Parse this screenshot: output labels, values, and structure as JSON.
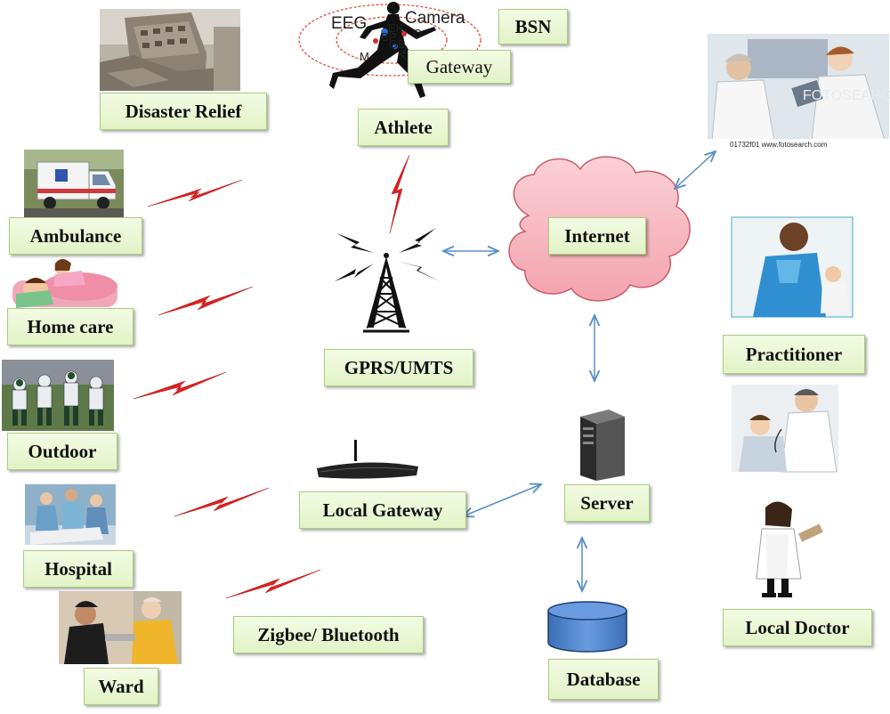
{
  "labels": {
    "disaster_relief": "Disaster Relief",
    "athlete": "Athlete",
    "bsn": "BSN",
    "gateway": "Gateway",
    "ambulance": "Ambulance",
    "home_care": "Home care",
    "outdoor": "Outdoor",
    "hospital": "Hospital",
    "ward": "Ward",
    "gprs": "GPRS/UMTS",
    "internet": "Internet",
    "local_gateway": "Local Gateway",
    "zigbee": "Zigbee/ Bluetooth",
    "server": "Server",
    "database": "Database",
    "practitioner": "Practitioner",
    "local_doctor": "Local Doctor"
  },
  "sensor_labels": {
    "eeg": "EEG",
    "camera": "Camera",
    "ek": "EK",
    "bp": "BP",
    "m": "M",
    "spo": "O",
    "gb": "GB",
    "two": "2"
  },
  "watermark": "01732f01  www.fotosearch.com",
  "watermark_mid": "FOTOSEARCH",
  "colors": {
    "label_fill": "#e6f5cf",
    "label_border": "#a9cf7c",
    "lightning": "#e02020",
    "arrow": "#5b8fc9",
    "cloud": "#f7b6bf",
    "database": "#4a7fc6"
  }
}
